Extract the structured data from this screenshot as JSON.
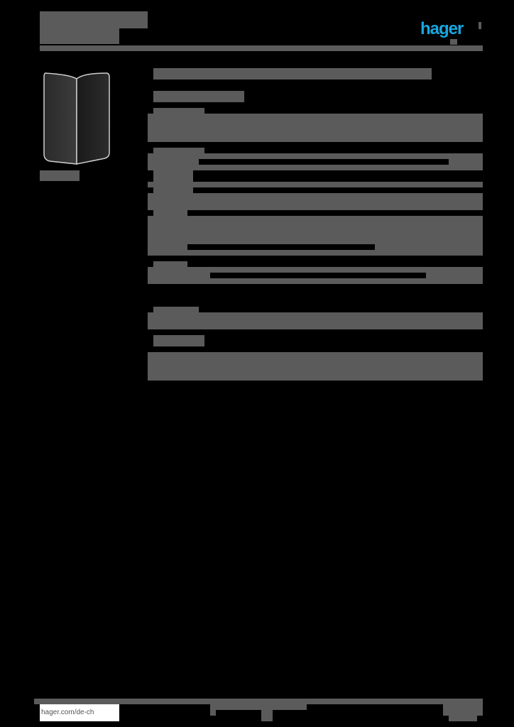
{
  "header": {
    "logo_text": "hager",
    "brand_color": "#16a7e0",
    "title_redacted": true
  },
  "product_image": {
    "description": "black angled corner piece (cable trunking outer corner)",
    "caption_redacted": true
  },
  "content": {
    "title_redacted": true,
    "subtitle_redacted": true,
    "sections_redacted": 7
  },
  "footer": {
    "website": "hager.com/de-ch",
    "page_info_redacted": true
  },
  "colors": {
    "background": "#000000",
    "redaction": "#5a5b5a"
  }
}
